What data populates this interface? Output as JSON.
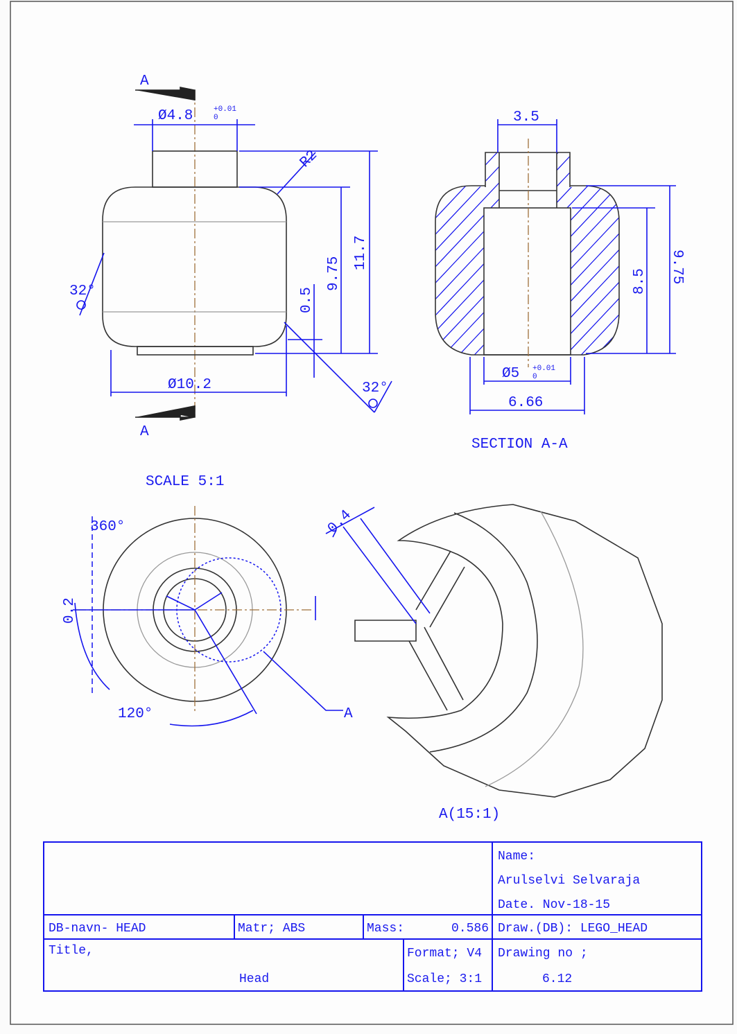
{
  "front_view": {
    "section_mark_top": "A",
    "section_mark_bottom": "A",
    "dim_stud_diameter": "Ø4.8",
    "dim_stud_tol_upper": "+0.01",
    "dim_stud_tol_lower": "0",
    "dim_radius": "R2",
    "dim_height_total": "11.7",
    "dim_height_body": "9.75",
    "dim_rim": "0.5",
    "dim_body_diameter": "Ø10.2",
    "angle_left": "32°",
    "angle_right": "32°",
    "scale_label": "SCALE  5:1"
  },
  "section_view": {
    "dim_top": "3.5",
    "dim_cavity_height": "8.5",
    "dim_height": "9.75",
    "dim_bore": "Ø5",
    "dim_bore_tol_upper": "+0.01",
    "dim_bore_tol_lower": "0",
    "dim_bottom": "6.66",
    "label": "SECTION  A-A"
  },
  "top_view": {
    "angle_full": "360°",
    "dim_offset": "0.2",
    "angle_partial": "120°",
    "detail_mark": "A"
  },
  "detail_view": {
    "dim_width": "0.4",
    "label": "A(15:1)"
  },
  "title_block": {
    "name_label": "Name:",
    "name_value": "Arulselvi Selvaraja",
    "date": "Date. Nov-18-15",
    "db_name": "DB-navn- HEAD",
    "material": "Matr; ABS",
    "mass_label": "Mass:",
    "mass_value": "0.586",
    "drawing_db": "Draw.(DB): LEGO_HEAD",
    "title_label": "Title,",
    "title_value": "Head",
    "format": "Format; V4",
    "scale": "Scale; 3:1",
    "drawing_no_label": "Drawing no ;",
    "drawing_no_value": "6.12"
  }
}
